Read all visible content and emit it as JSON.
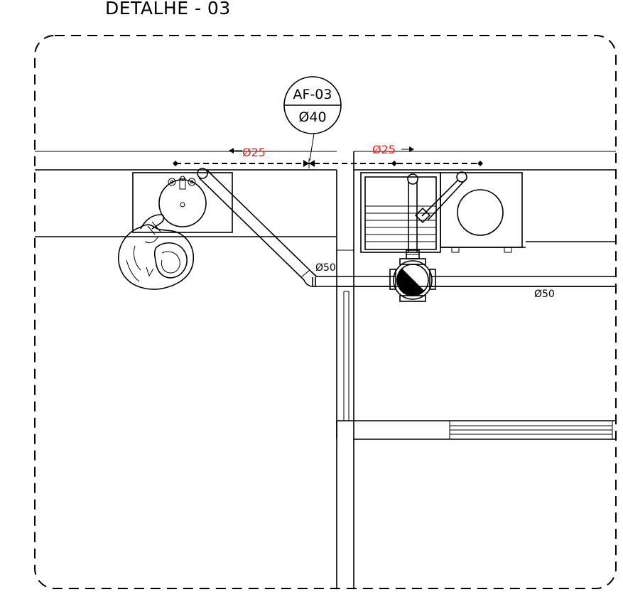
{
  "title": "DETALHE - 03",
  "tag": {
    "top": "AF-03",
    "bottom": "Ø40"
  },
  "pipe_labels": {
    "supply_left": "Ø25",
    "supply_right": "Ø25",
    "drain_mid": "Ø50",
    "drain_right": "Ø50"
  },
  "colors": {
    "line": "#000000",
    "supply_label": "#e8221b",
    "background": "#ffffff"
  }
}
